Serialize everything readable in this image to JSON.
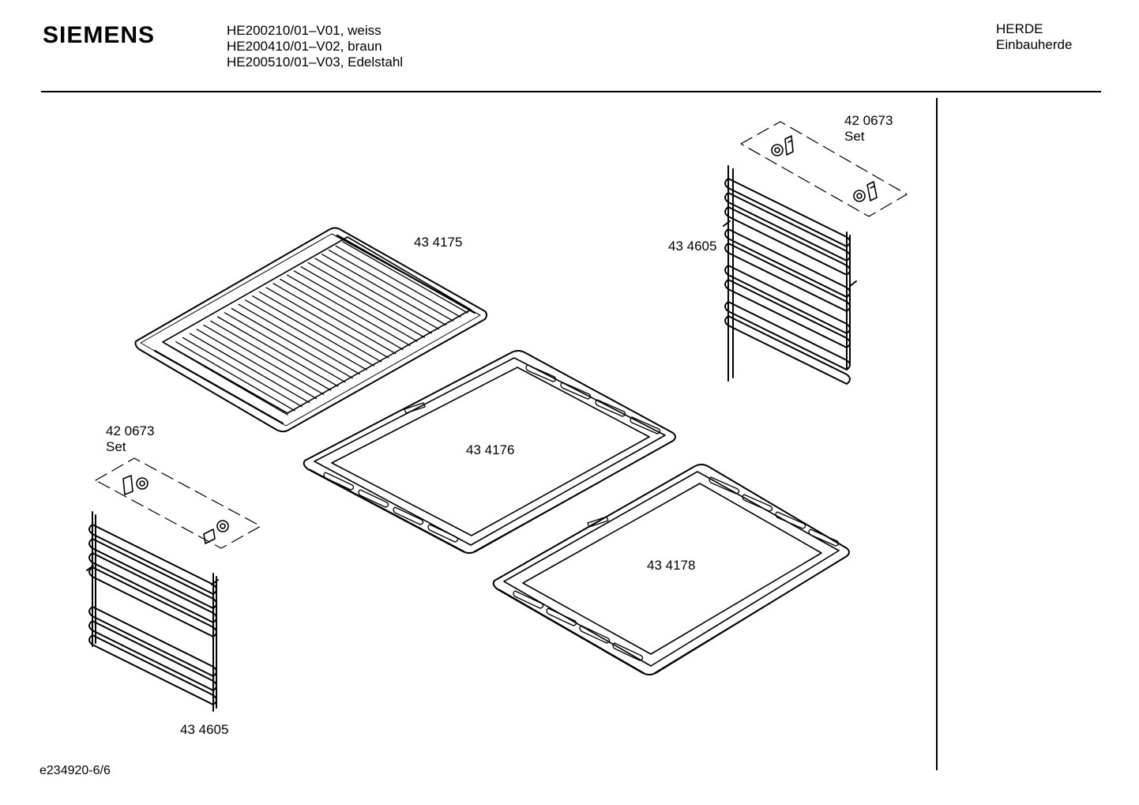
{
  "header": {
    "brand": "SIEMENS",
    "models": [
      "HE200210/01–V01, weiss",
      "HE200410/01–V02, braun",
      "HE200510/01–V03, Edelstahl"
    ],
    "category": [
      "HERDE",
      "Einbauherde"
    ]
  },
  "parts": {
    "grid": {
      "number": "43 4175"
    },
    "tray_enamel": {
      "number": "43 4176"
    },
    "tray_deep": {
      "number": "43 4178"
    },
    "rail_right": {
      "number": "43 4605"
    },
    "rail_left": {
      "number": "43 4605"
    },
    "clip_set_right": {
      "number": "42 0673",
      "qualifier": "Set"
    },
    "clip_set_left": {
      "number": "42 0673",
      "qualifier": "Set"
    }
  },
  "footer": {
    "doc_id": "e234920-6/6"
  }
}
